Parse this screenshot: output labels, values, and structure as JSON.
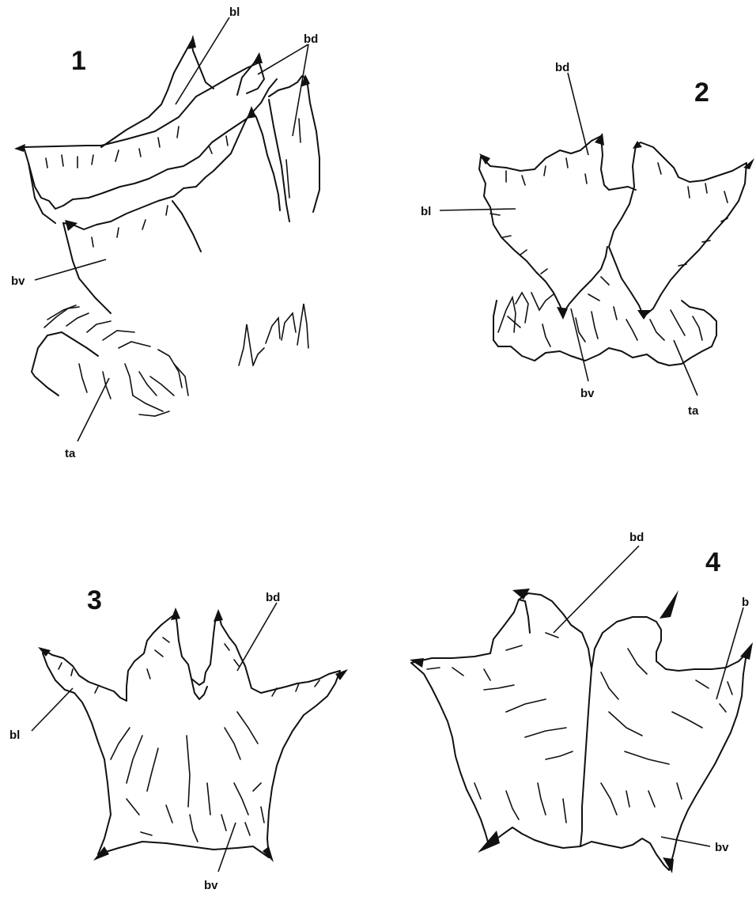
{
  "figures": [
    {
      "number": "1",
      "labels": {
        "bl": "bl",
        "bd": "bd",
        "bv": "bv",
        "ta": "ta"
      }
    },
    {
      "number": "2",
      "labels": {
        "bd": "bd",
        "bl": "bl",
        "bv": "bv",
        "ta": "ta"
      }
    },
    {
      "number": "3",
      "labels": {
        "bd": "bd",
        "bl": "bl",
        "bv": "bv"
      }
    },
    {
      "number": "4",
      "labels": {
        "bd": "bd",
        "bl": "b",
        "bv": "bv"
      }
    }
  ]
}
